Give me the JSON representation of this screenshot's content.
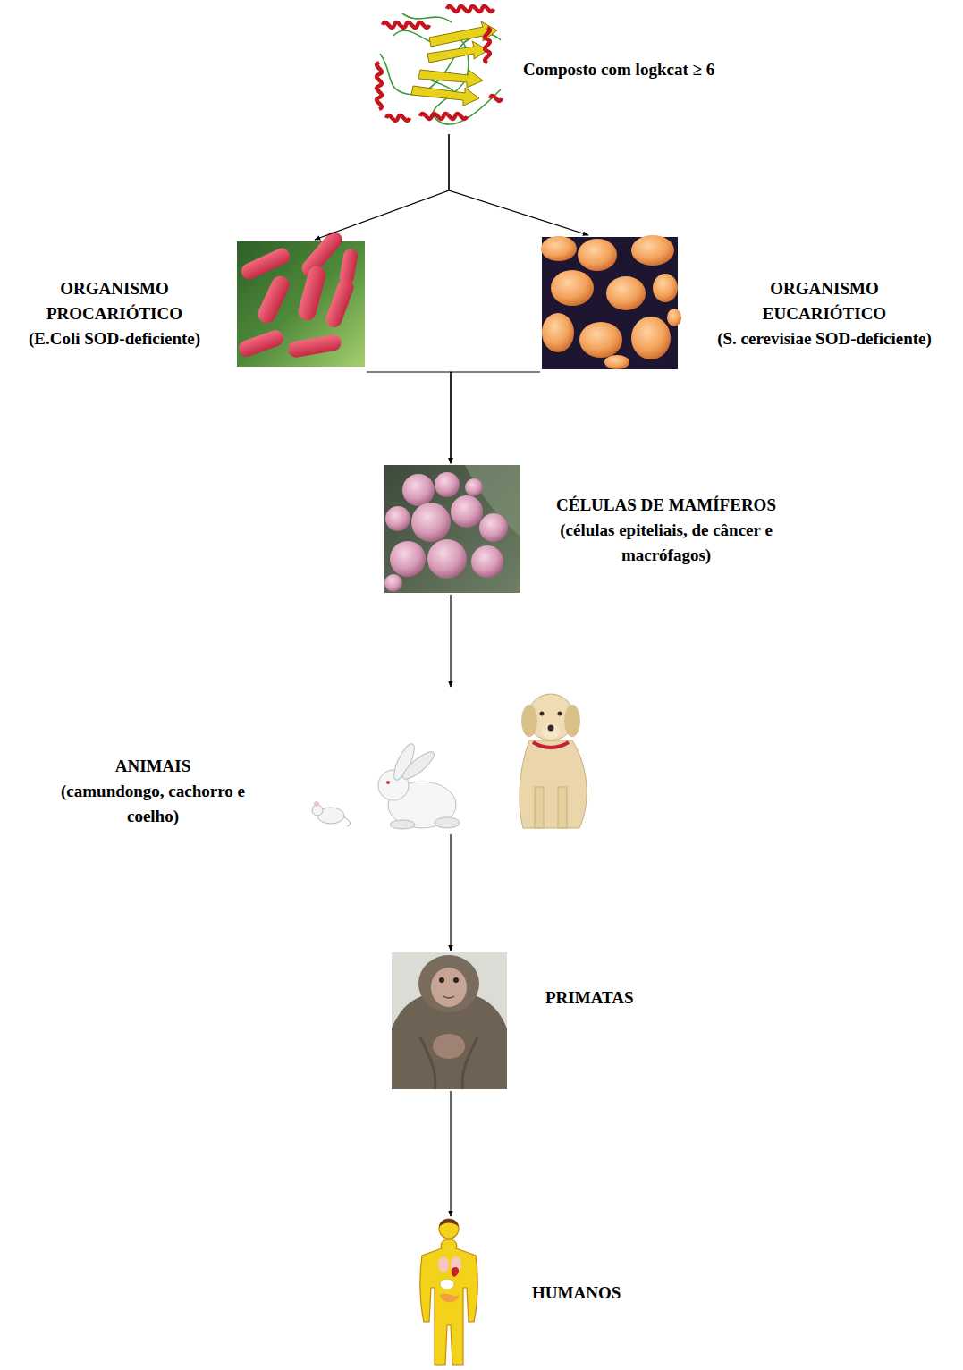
{
  "diagram": {
    "nodes": [
      {
        "text": [
          "Composto com logkcat ≥ 6"
        ]
      },
      {
        "text": [
          "ORGANISMO PROCARIÓTICO",
          "(E.Coli SOD-deficiente)"
        ]
      },
      {
        "text": [
          "ORGANISMO EUCARIÓTICO",
          "(S. cerevisiae SOD-deficiente)"
        ]
      },
      {
        "text": [
          "CÉLULAS DE MAMÍFEROS",
          "(células epiteliais, de câncer e macrófagos)"
        ]
      },
      {
        "text": [
          "ANIMAIS",
          "(camundongo, cachorro e coelho)"
        ]
      },
      {
        "text": [
          "PRIMATAS"
        ]
      },
      {
        "text": [
          "HUMANOS"
        ]
      }
    ],
    "edges": [
      {
        "from": 0,
        "to": 1,
        "arrow": "to"
      },
      {
        "from": 0,
        "to": 2,
        "arrow": "to"
      },
      {
        "from": 1,
        "to": 3,
        "arrow": "to"
      },
      {
        "from": 2,
        "to": 3,
        "arrow": "to"
      },
      {
        "from": 3,
        "to": 4,
        "arrow": "to"
      },
      {
        "from": 4,
        "to": 5,
        "arrow": "to"
      },
      {
        "from": 5,
        "to": 6,
        "arrow": "to"
      }
    ]
  }
}
